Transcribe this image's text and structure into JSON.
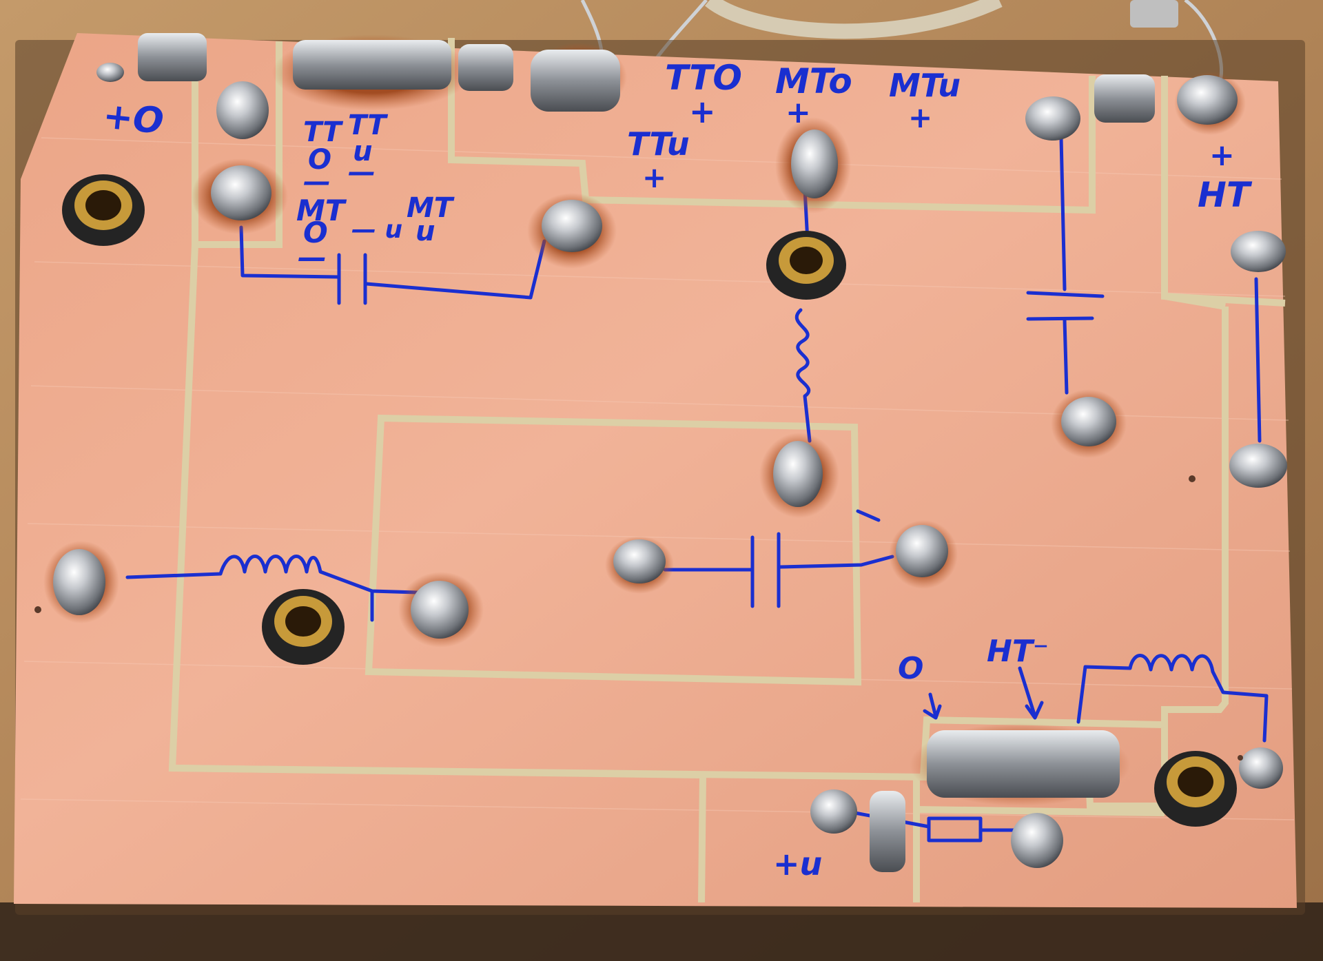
{
  "scene": {
    "subject": "pcb-board",
    "colors": {
      "wood": "#b98d5e",
      "wood_dark": "#8a6440",
      "copper": "#eaa588",
      "copper_light": "#f4bca2",
      "groove": "#d9c9a0",
      "ink": "#1a2fd0",
      "solder": "#c9ccd0",
      "flux": "#8a3a12",
      "jack_body": "#2a2a2a",
      "jack_ring": "#c79a3a"
    },
    "labels": {
      "plus_o_left": "+O",
      "tt_o_minus": "TT\nO\n—",
      "tt_u_minus": "TT\nu\n—",
      "mt_o_minus": "MT\nO\n—",
      "mt_u_minus_a": "— u",
      "mt_u_minus_b": "MT\nu",
      "tt_o_plus": "TTO",
      "tt_o_plus_sign": "+",
      "mt_o_plus": "MTo",
      "mt_o_plus_sign": "+",
      "mt_u_plus": "MTu",
      "mt_u_plus_sign": "+",
      "tt_u_plus": "TTu",
      "tt_u_plus_sign": "+",
      "ht_plus_sign": "+",
      "ht_plus": "HT",
      "o_minus": "O",
      "ht_minus": "HT⁻",
      "plus_u_bottom": "+u"
    }
  }
}
